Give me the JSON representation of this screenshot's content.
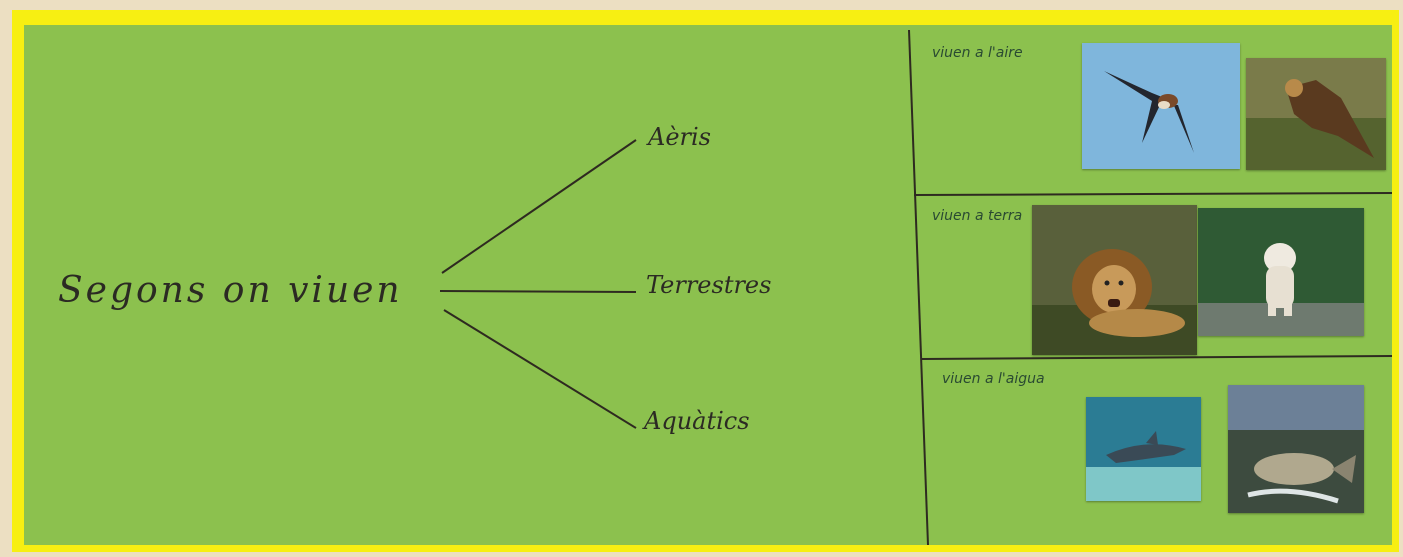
{
  "title": "Segons on viuen",
  "branches": [
    "Aèris",
    "Terrestres",
    "Aquàtics"
  ],
  "sections": [
    {
      "label": "viuen a l'aire",
      "images": [
        "swallow",
        "eagle"
      ]
    },
    {
      "label": "viuen a terra",
      "images": [
        "lion",
        "white-tiger"
      ]
    },
    {
      "label": "viuen a l'aigua",
      "images": [
        "dolphin",
        "fish"
      ]
    }
  ],
  "colors": {
    "frame": "#f7ef12",
    "board": "#8cc14e",
    "ink": "#2b2a23",
    "label_ink": "#2a4a32"
  }
}
